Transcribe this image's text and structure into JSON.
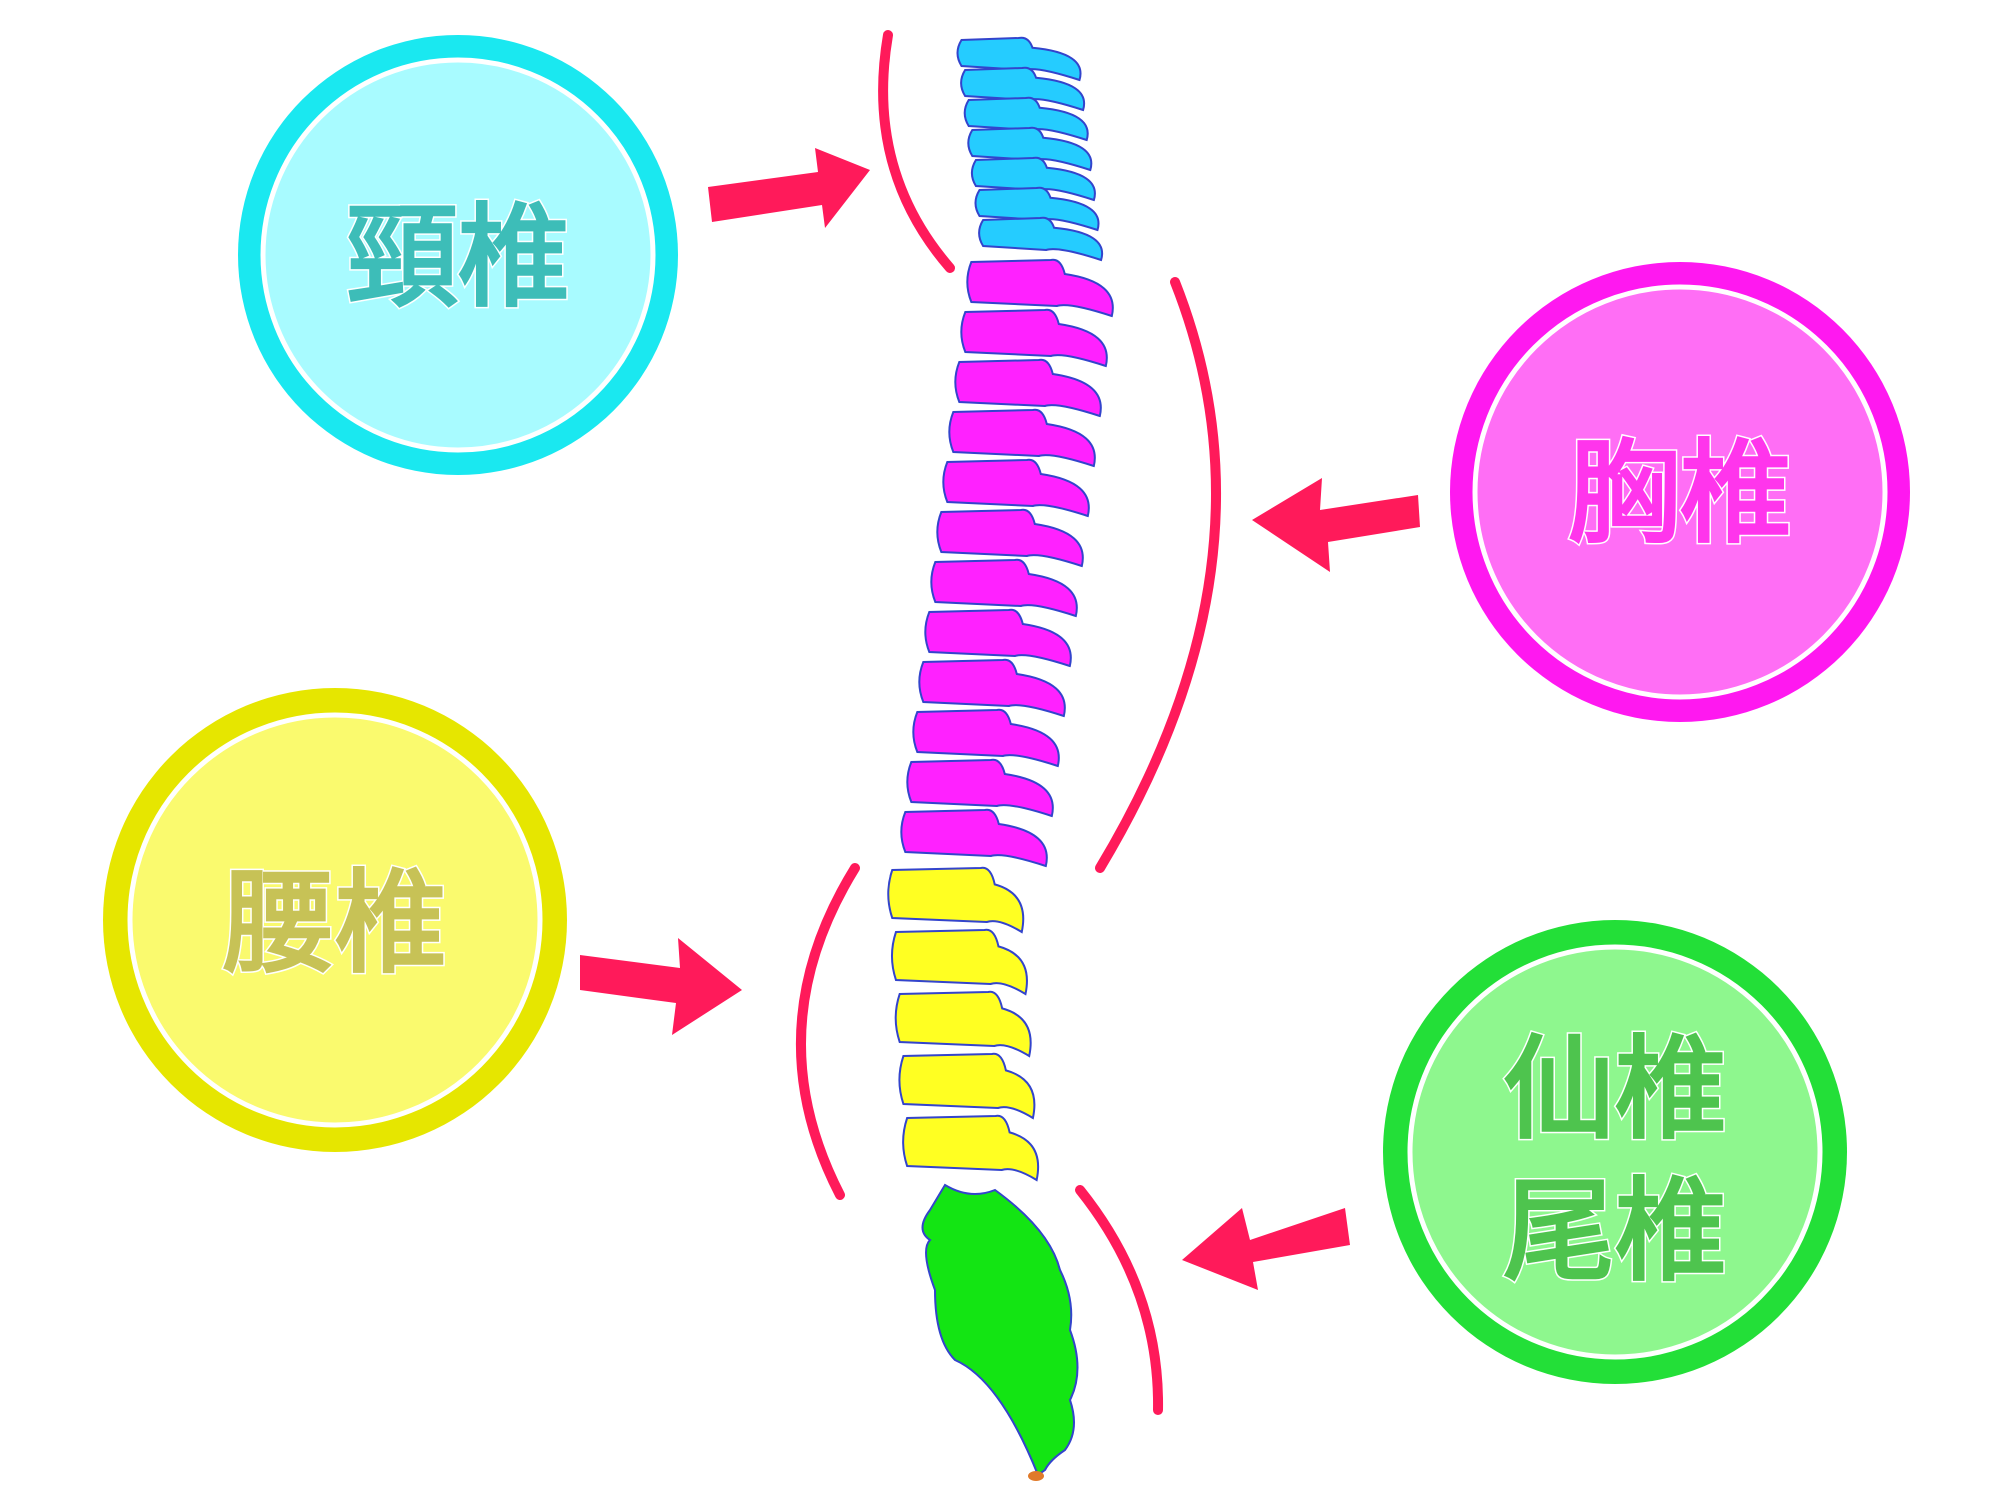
{
  "title": "",
  "regions": [
    {
      "id": "cervical",
      "label_lines": [
        "頸椎"
      ],
      "fill": "#a8fbff",
      "ring": "#1ae8f0",
      "text_color": "#3dbdb8",
      "vertebra_color": "#25ccff",
      "count": 7
    },
    {
      "id": "thoracic",
      "label_lines": [
        "胸椎"
      ],
      "fill": "#ff6ef5",
      "ring": "#ff18f0",
      "text_color": "#ff35ec",
      "vertebra_color": "#ff21ff",
      "count": 12
    },
    {
      "id": "lumbar",
      "label_lines": [
        "腰椎"
      ],
      "fill": "#fafa6e",
      "ring": "#e6e600",
      "text_color": "#c7c256",
      "vertebra_color": "#ffff22",
      "count": 5
    },
    {
      "id": "sacrum-coccyx",
      "label_lines": [
        "仙椎",
        "尾椎"
      ],
      "fill": "#8ef78e",
      "ring": "#23df38",
      "text_color": "#4ec44e",
      "vertebra_color": "#13e513",
      "count": 1
    }
  ],
  "colors": {
    "arrow": "#ff1a5a",
    "bracket": "#ff1a5a",
    "outline": "#3344cc",
    "coccyx_tip": "#e07a2a"
  }
}
